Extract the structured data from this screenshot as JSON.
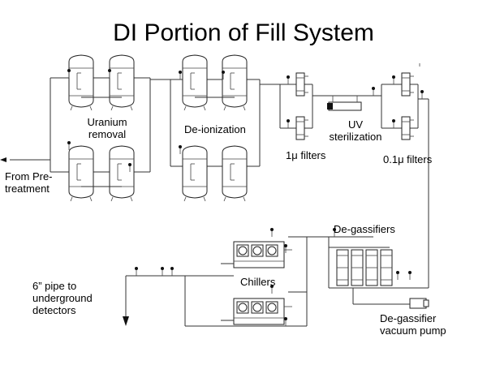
{
  "title": "DI Portion of Fill System",
  "labels": {
    "uranium": "Uranium\nremoval",
    "deion": "De-ionization",
    "one_micron": "1μ filters",
    "uv": "UV\nsterilization",
    "pt1_micron": "0.1μ filters",
    "from_pre": "From Pre-\ntreatment",
    "degassifiers": "De-gassifiers",
    "chillers": "Chillers",
    "pipe": "6” pipe to\nunderground\ndetectors",
    "vacuum": "De-gassifier\nvacuum pump"
  }
}
